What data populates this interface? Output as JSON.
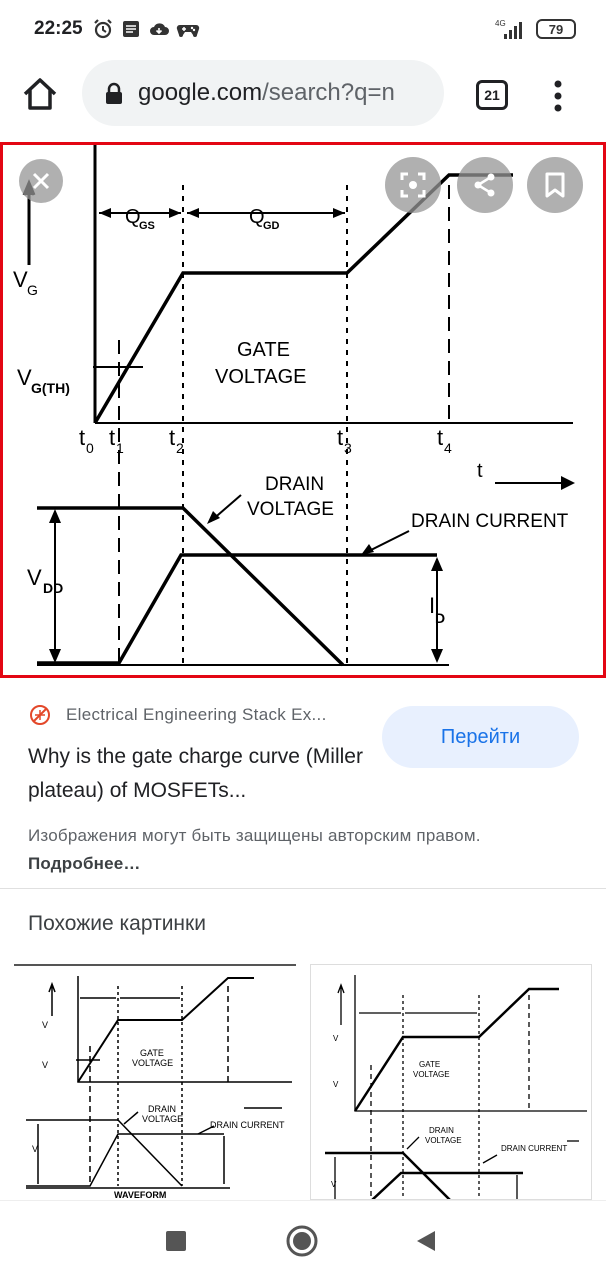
{
  "status": {
    "time": "22:25",
    "network": "4G",
    "battery": "79"
  },
  "toolbar": {
    "url_host": "google.com",
    "url_path": "/search?q=n",
    "tab_count": "21"
  },
  "diagram": {
    "labels": {
      "vg": "V",
      "vg_sub": "G",
      "vgth": "V",
      "vgth_sub": "G(TH)",
      "qgs": "Q",
      "qgs_sub": "GS",
      "qgd": "Q",
      "qgd_sub": "GD",
      "gate_voltage_1": "GATE",
      "gate_voltage_2": "VOLTAGE",
      "t0": "t",
      "t0_sub": "0",
      "t1": "t",
      "t1_sub": "1",
      "t2": "t",
      "t2_sub": "2",
      "t3": "t",
      "t3_sub": "3",
      "t4": "t",
      "t4_sub": "4",
      "t_axis": "t",
      "drain_voltage_1": "DRAIN",
      "drain_voltage_2": "VOLTAGE",
      "drain_current": "DRAIN CURRENT",
      "vdd": "V",
      "vdd_sub": "DD",
      "id": "I",
      "id_sub": "D"
    }
  },
  "thumb_left": {
    "waveform": "WAVEFORM"
  },
  "result": {
    "source": "Electrical Engineering Stack Ex...",
    "title": "Why is the gate charge curve (Miller plateau) of MOSFETs...",
    "goto_label": "Перейти",
    "copyright_text": "Изображения могут быть защищены авторским правом.",
    "copyright_more": "Подробнее…",
    "similar_title": "Похожие картинки"
  },
  "colors": {
    "frame_border": "#e30613",
    "accent": "#1a73e8",
    "button_bg": "#e8f0fe"
  }
}
